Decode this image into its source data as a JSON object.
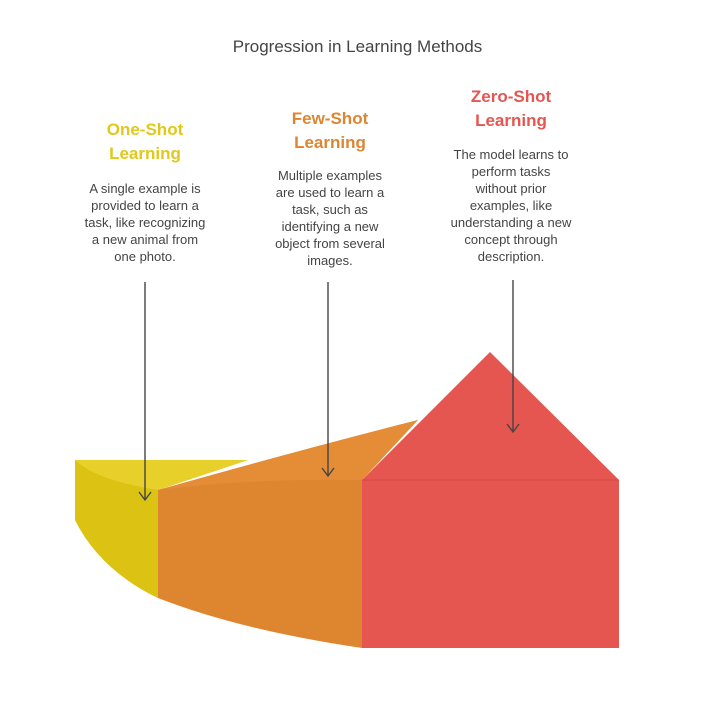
{
  "title": "Progression in Learning Methods",
  "colors": {
    "yellow": "#E2C818",
    "orange": "#DE8530",
    "red": "#E55651",
    "text": "#444444"
  },
  "stages": [
    {
      "heading": "One-Shot\nLearning",
      "description": "A single example is\nprovided to learn a\ntask, like recognizing\na new animal from\none photo.",
      "color": "#E2C818"
    },
    {
      "heading": "Few-Shot\nLearning",
      "description": "Multiple examples\nare used to learn a\ntask, such as\nidentifying a new\nobject from several\nimages.",
      "color": "#DE8530"
    },
    {
      "heading": "Zero-Shot\nLearning",
      "description": "The model learns to\nperform tasks\nwithout prior\nexamples, like\nunderstanding a new\nconcept through\ndescription.",
      "color": "#E55651"
    }
  ]
}
